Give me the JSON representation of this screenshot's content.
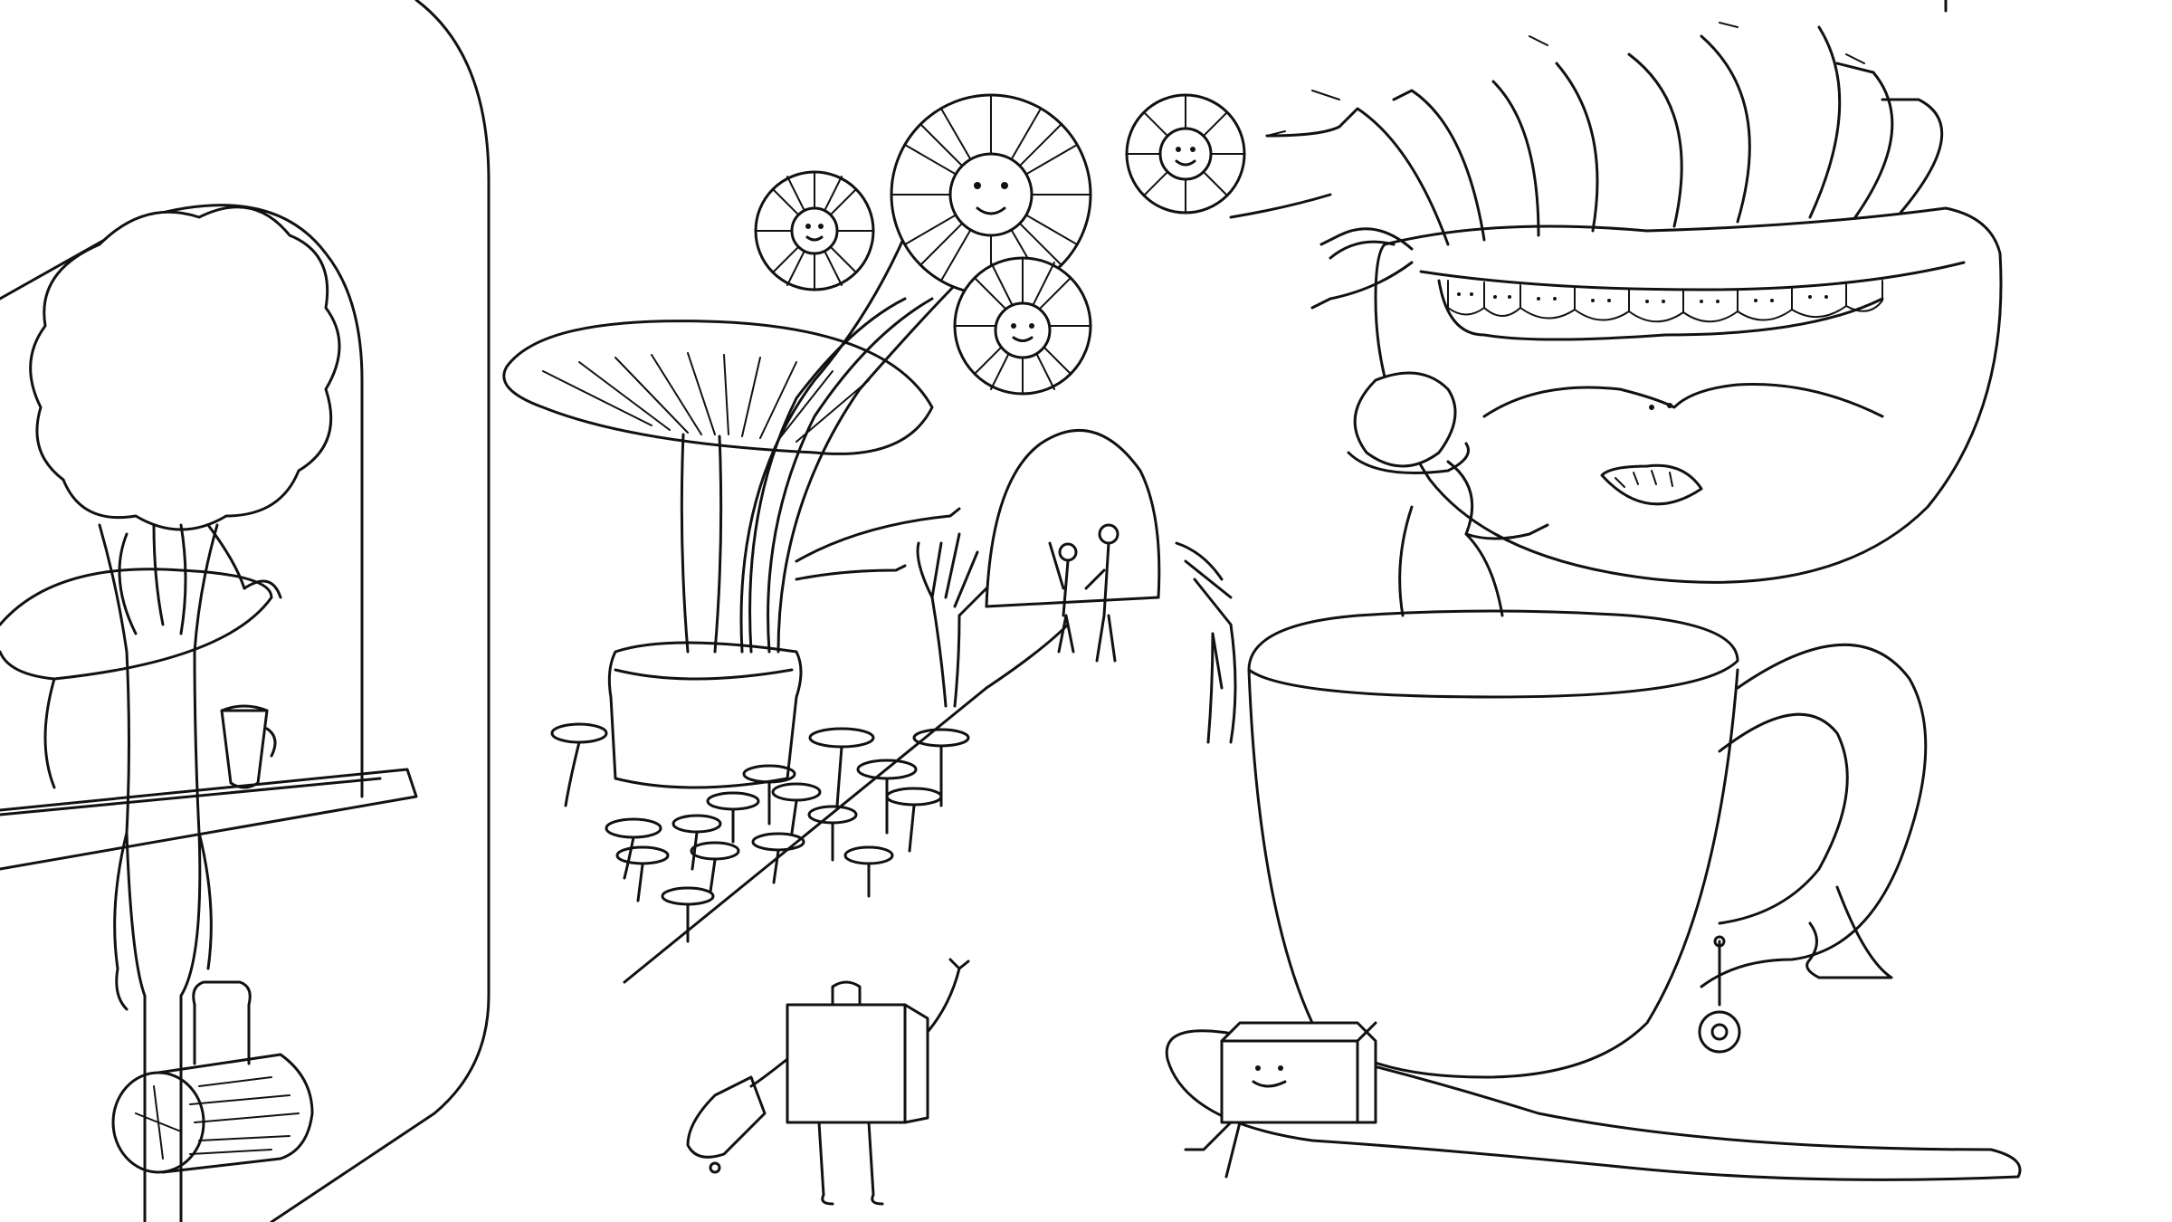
{
  "scene": {
    "style": "black line art illustration on white background",
    "ink_color": "#111111",
    "background_color": "#ffffff"
  },
  "elements": [
    "arched-wall-with-window",
    "tree-character-holding-cup",
    "log-handbag",
    "giant-mushroom-in-pot",
    "smiling-daisy-flowers",
    "mushroom-stools",
    "tunnel-archway",
    "walking-people-couple",
    "waving-hand-plants",
    "briefcase-character-with-rolling-suitcase",
    "giant-teacup",
    "spoon",
    "sugar-cube-character",
    "giant-smiling-mouth-with-teeth-faces",
    "pointing-hand-tendrils",
    "woman-in-hat",
    "daisy-earring"
  ]
}
